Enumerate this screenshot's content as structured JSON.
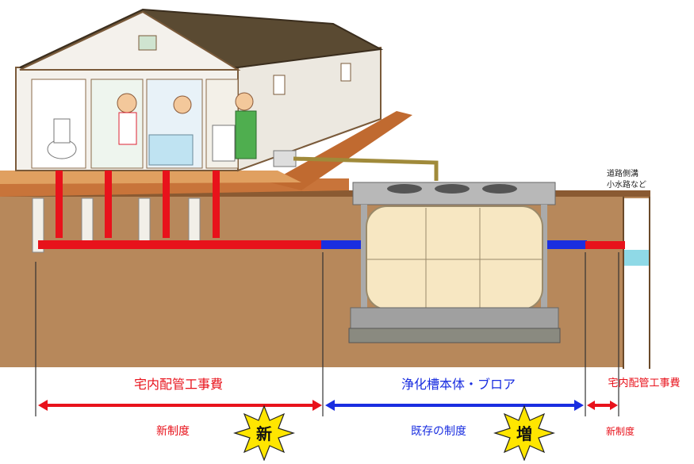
{
  "labels": {
    "ditch": [
      "道路側溝",
      "小水路など"
    ],
    "segment_left": {
      "title": "宅内配管工事費",
      "subtitle": "新制度"
    },
    "segment_middle": {
      "title": "浄化槽本体・ブロア",
      "subtitle": "既存の制度"
    },
    "segment_right": {
      "title": "宅内配管工事費",
      "subtitle": "新制度"
    },
    "badge_new": "新",
    "badge_increase": "増"
  },
  "colors": {
    "red_segment": "#e8121b",
    "blue_segment": "#1a2ee0",
    "soil": "#b7885b",
    "badge_fill": "#ffe600"
  }
}
